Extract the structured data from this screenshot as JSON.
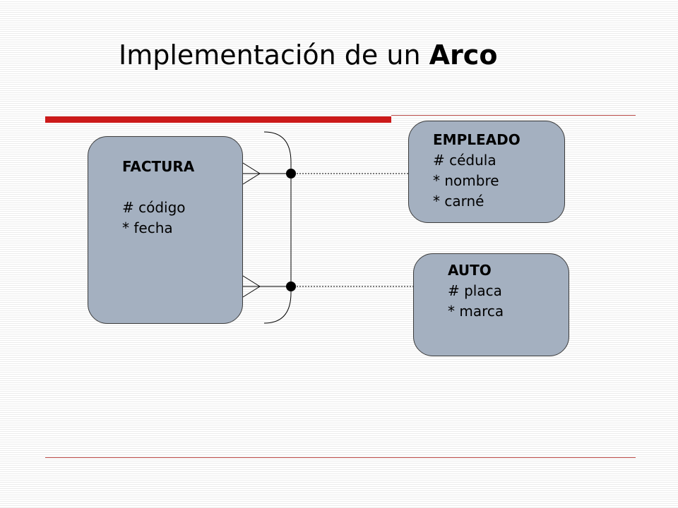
{
  "slide": {
    "title_plain": "Implementación de un ",
    "title_bold": "Arco",
    "accent_color": "#cc1a1a"
  },
  "entities": {
    "factura": {
      "name": "FACTURA",
      "attributes": [
        "# código",
        "* fecha"
      ]
    },
    "empleado": {
      "name": "EMPLEADO",
      "attributes": [
        "# cédula",
        "* nombre",
        "* carné"
      ]
    },
    "auto": {
      "name": "AUTO",
      "attributes": [
        "# placa",
        "* marca"
      ]
    }
  },
  "relationships": [
    {
      "from": "FACTURA",
      "to": "EMPLEADO",
      "from_end": "many (crow's foot)",
      "line_style": "solid then dashed",
      "in_arc": true
    },
    {
      "from": "FACTURA",
      "to": "AUTO",
      "from_end": "many (crow's foot)",
      "line_style": "solid then dashed",
      "in_arc": true
    }
  ],
  "arc": {
    "type": "exclusive arc"
  }
}
